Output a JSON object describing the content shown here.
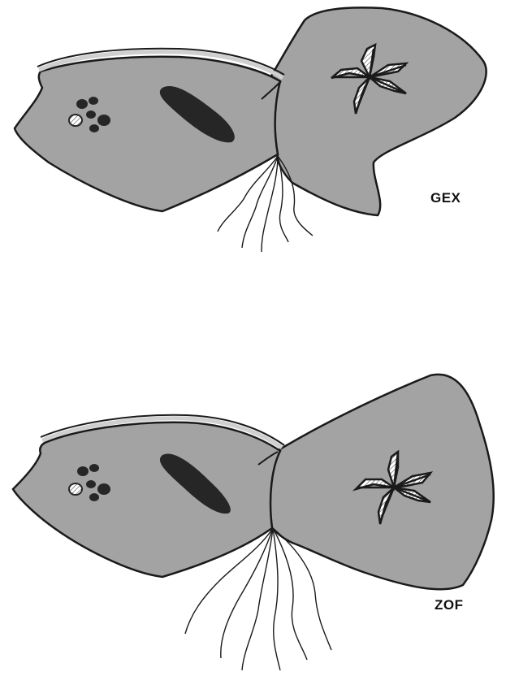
{
  "panels": [
    {
      "label": "GEX"
    },
    {
      "label": "ZOF"
    }
  ],
  "colors": {
    "body_fill": "#a3a3a3",
    "outline": "#1a1a1a",
    "edge_band": "#cfcfcf",
    "inclusion": "#262626",
    "background": "#ffffff"
  },
  "icons": {
    "nucleus": "dark-elongated-blob",
    "granules": "dark-granule-cluster",
    "star_structure": "hatched-star-rays",
    "filaments": "wavy-filament-tuft"
  }
}
